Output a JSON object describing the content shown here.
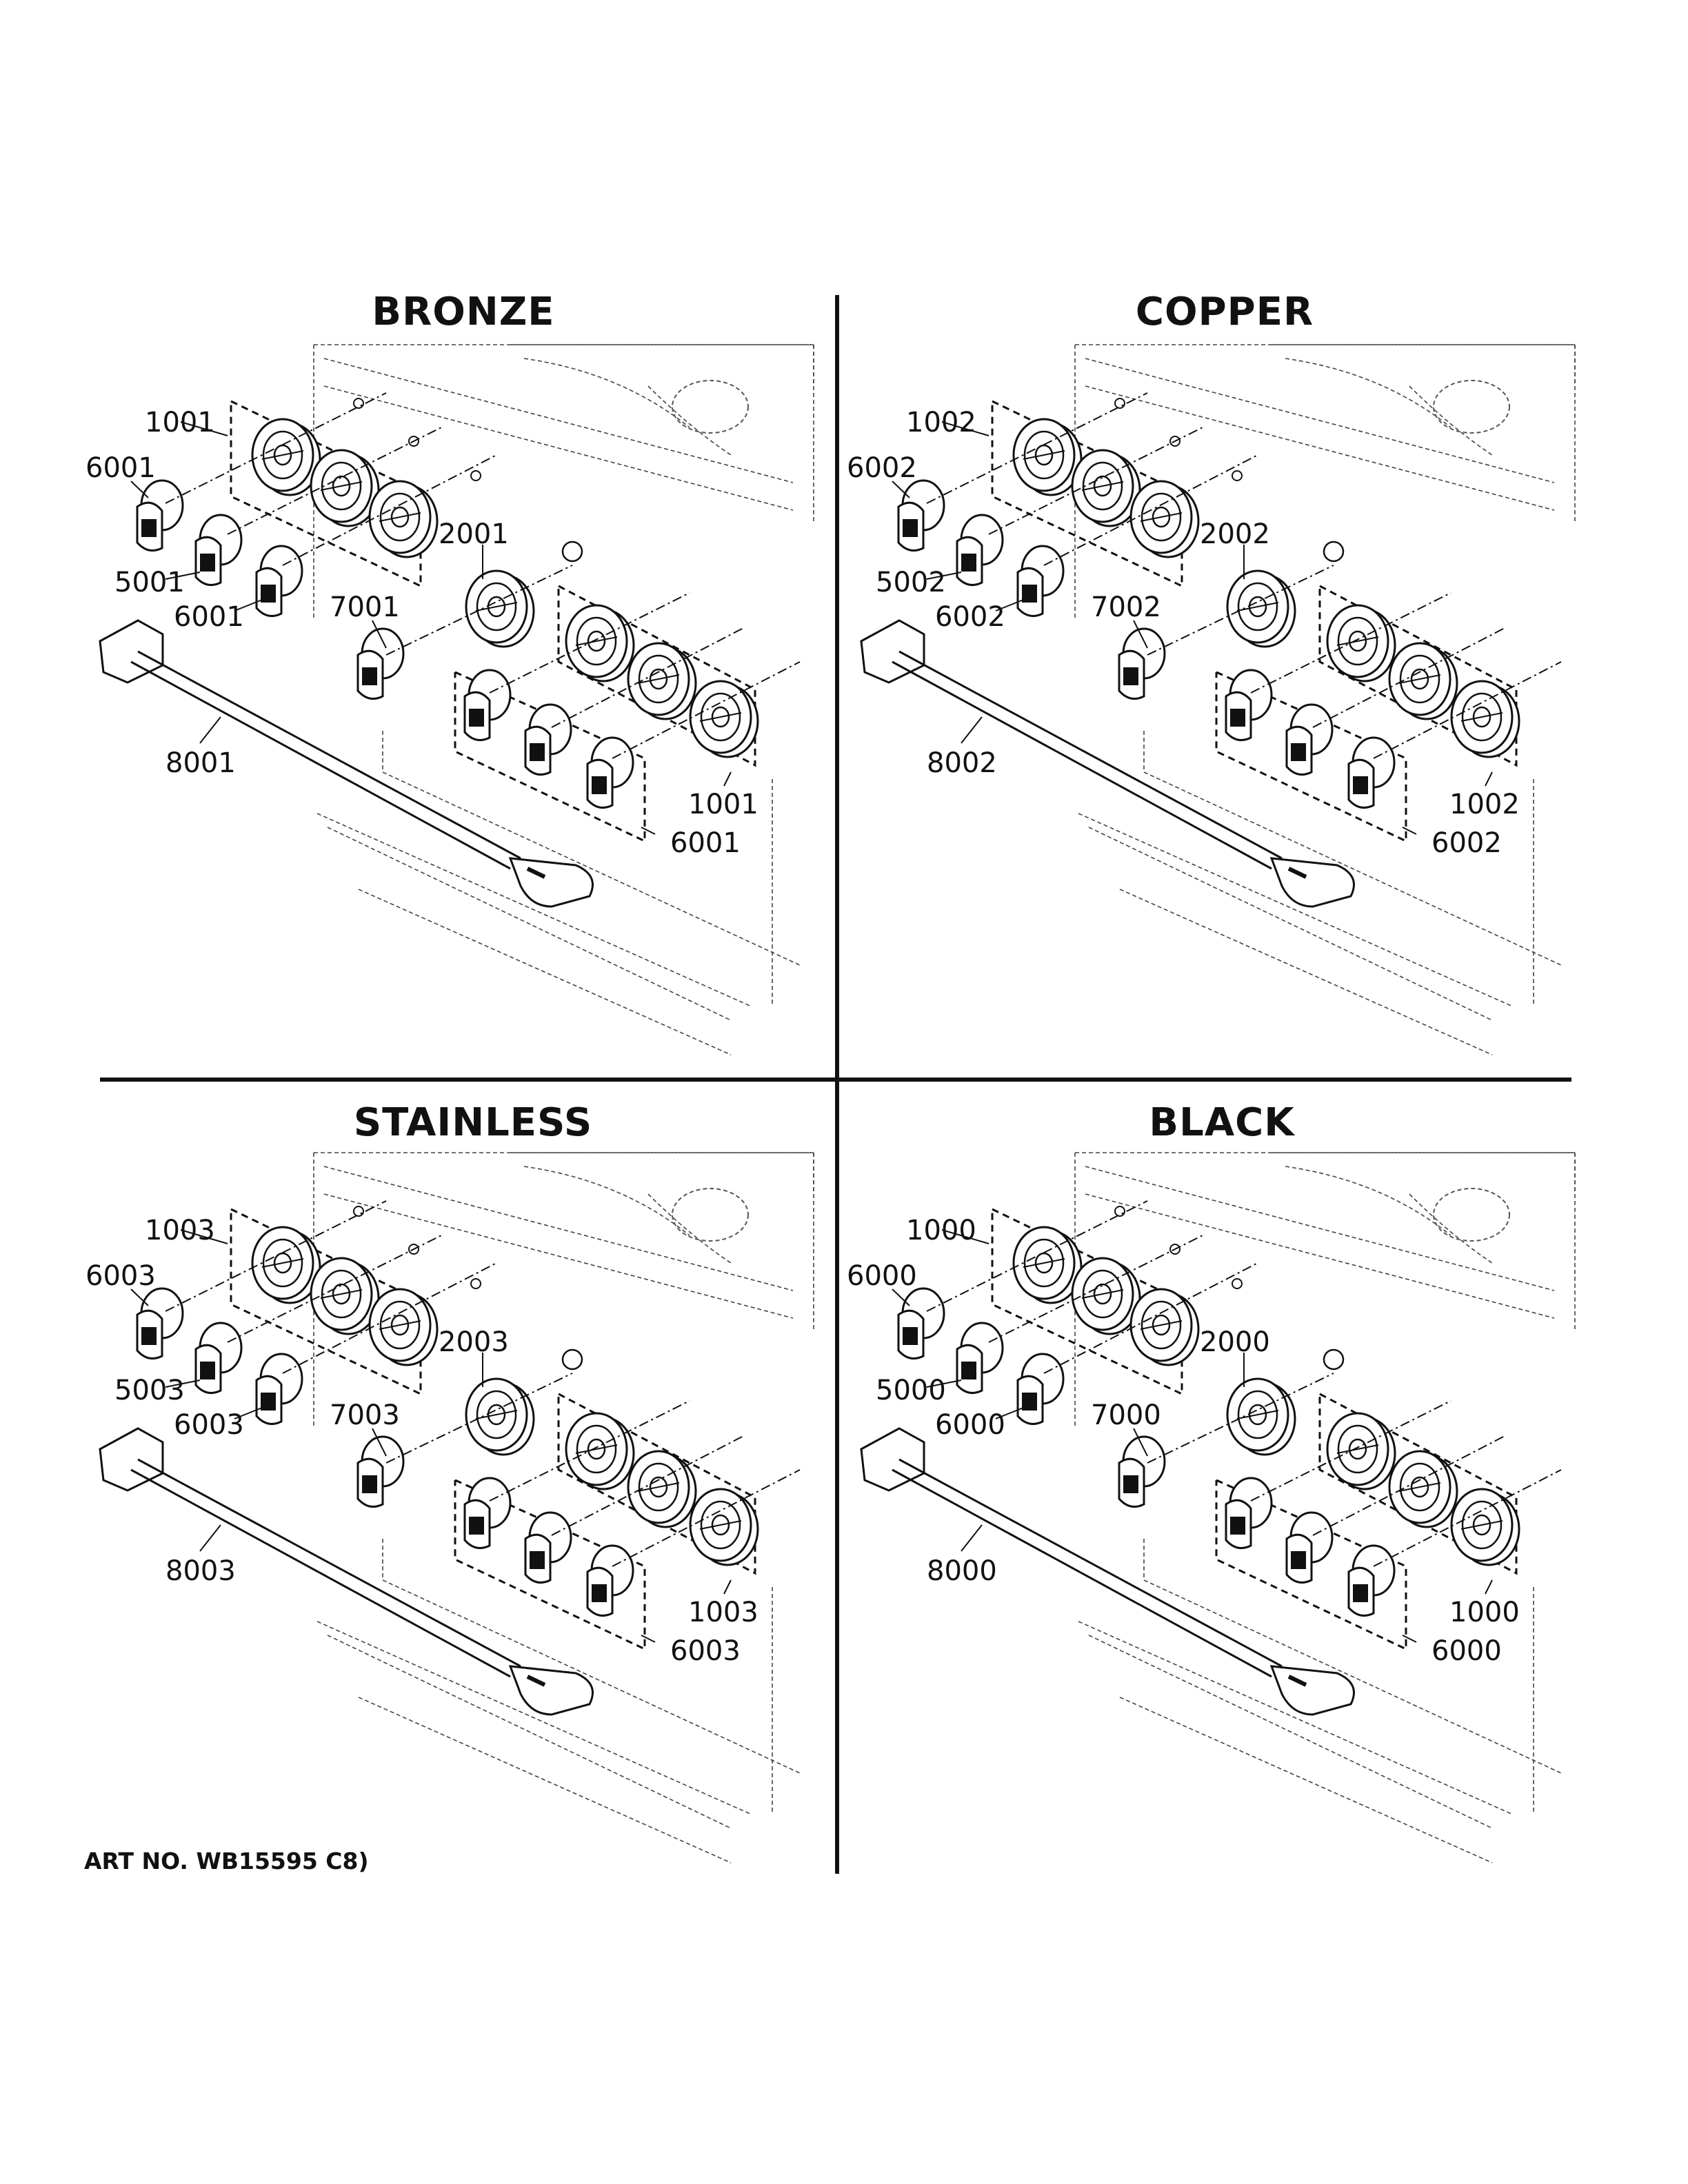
{
  "quadrants": [
    {
      "title": "BRONZE",
      "callouts": {
        "ring_top": "1001",
        "knob_top": "6001",
        "knob_mid": "5001",
        "knob_low": "6001",
        "center_ring": "2001",
        "center_knob": "7001",
        "handle": "8001",
        "ring_right": "1001",
        "knob_right": "6001"
      }
    },
    {
      "title": "COPPER",
      "callouts": {
        "ring_top": "1002",
        "knob_top": "6002",
        "knob_mid": "5002",
        "knob_low": "6002",
        "center_ring": "2002",
        "center_knob": "7002",
        "handle": "8002",
        "ring_right": "1002",
        "knob_right": "6002"
      }
    },
    {
      "title": "STAINLESS",
      "callouts": {
        "ring_top": "1003",
        "knob_top": "6003",
        "knob_mid": "5003",
        "knob_low": "6003",
        "center_ring": "2003",
        "center_knob": "7003",
        "handle": "8003",
        "ring_right": "1003",
        "knob_right": "6003"
      }
    },
    {
      "title": "BLACK",
      "callouts": {
        "ring_top": "1000",
        "knob_top": "6000",
        "knob_mid": "5000",
        "knob_low": "6000",
        "center_ring": "2000",
        "center_knob": "7000",
        "handle": "8000",
        "ring_right": "1000",
        "knob_right": "6000"
      }
    }
  ],
  "footer": {
    "art_no": "ART NO. WB15595 C8)"
  }
}
